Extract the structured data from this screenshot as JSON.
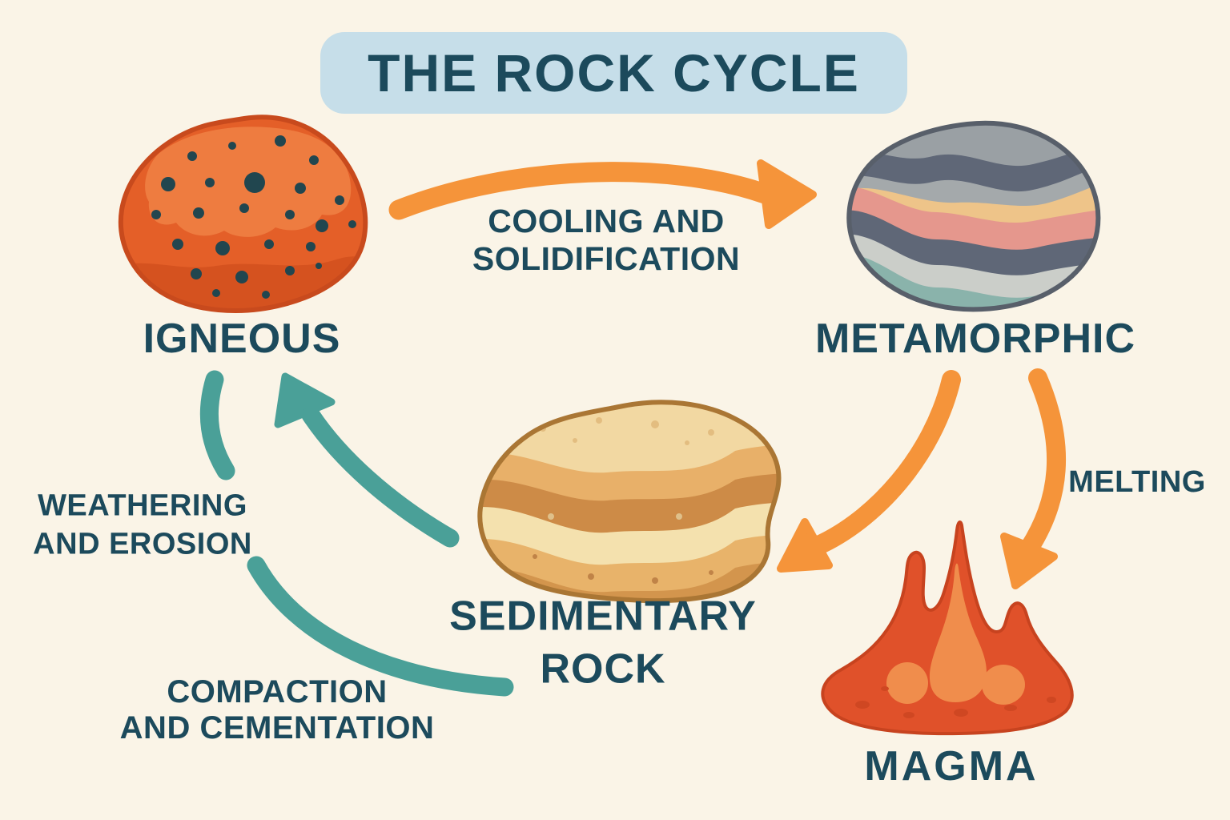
{
  "title": "THE ROCK CYCLE",
  "colors": {
    "background": "#faf4e7",
    "title_box": "#c6dee9",
    "ink": "#1c4a5c",
    "orange_arrow": "#f5943a",
    "teal_arrow": "#4aa098",
    "igneous_rock": "#e45f28",
    "metamorphic_rock": "#9aa0a4",
    "sedimentary_rock": "#e2a963",
    "magma_flame": "#e0512a"
  },
  "nodes": {
    "igneous": {
      "label": "IGNEOUS"
    },
    "metamorphic": {
      "label": "METAMORPHIC"
    },
    "sedimentary": {
      "label": "SEDIMENTARY\nROCK"
    },
    "magma": {
      "label": "MAGMA"
    }
  },
  "processes": {
    "cooling": {
      "label": "COOLING AND\nSOLIDIFICATION",
      "from": "igneous",
      "to": "metamorphic"
    },
    "melting": {
      "label": "MELTING",
      "from": "metamorphic",
      "to": "magma"
    },
    "metamorphic_to_sedimentary": {
      "from": "metamorphic",
      "to": "sedimentary"
    },
    "weathering": {
      "label": "WEATHERING\nAND EROSION",
      "from": "sedimentary",
      "to": "igneous"
    },
    "compaction": {
      "label": "COMPACTION\nAND CEMENTATION",
      "to": "sedimentary"
    }
  }
}
